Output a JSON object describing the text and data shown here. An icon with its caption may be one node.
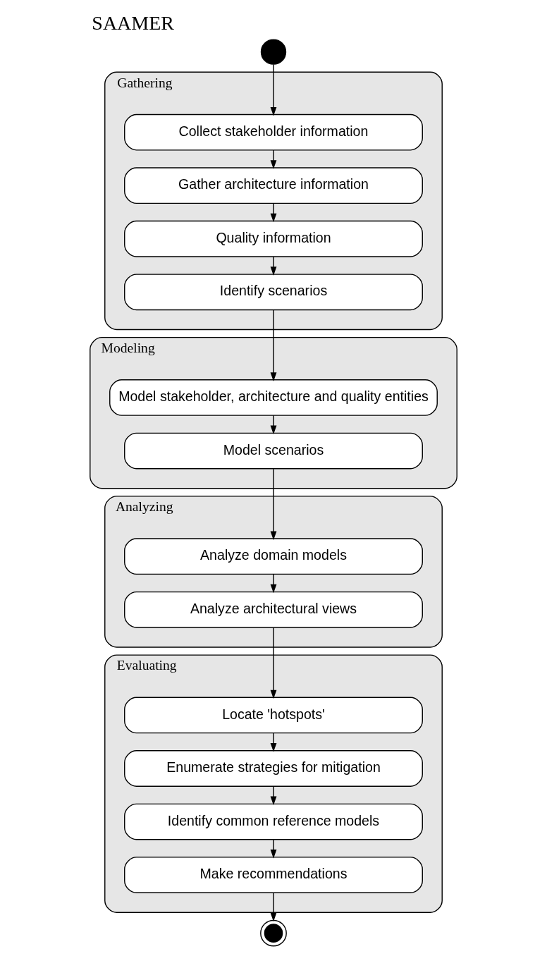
{
  "diagram": {
    "title": "SAAMER",
    "nodes": [
      {
        "text": [],
        "shape": "circle"
      },
      {
        "text": [
          "Gathering"
        ]
      },
      {
        "text": [
          "Collect stakeholder information"
        ],
        "in": 1
      },
      {
        "text": [
          "Gather architecture information"
        ],
        "in": 1
      },
      {
        "text": [
          "Quality information"
        ],
        "in": 1
      },
      {
        "text": [
          "Identify scenarios"
        ],
        "in": 1
      },
      {
        "text": [
          "Modeling"
        ]
      },
      {
        "text": [
          "Model stakeholder, architecture and quality entities"
        ],
        "in": 6
      },
      {
        "text": [
          "Model scenarios"
        ],
        "in": 6
      },
      {
        "text": [
          "Analyzing"
        ]
      },
      {
        "text": [
          "Analyze domain models"
        ],
        "in": 9
      },
      {
        "text": [
          "Analyze architectural views"
        ],
        "in": 9
      },
      {
        "text": [
          "Evaluating"
        ]
      },
      {
        "text": [
          "Locate 'hotspots'"
        ],
        "in": 12
      },
      {
        "text": [
          "Enumerate strategies for mitigation"
        ],
        "in": 12
      },
      {
        "text": [
          "Identify common reference models"
        ],
        "in": 12
      },
      {
        "text": [
          "Make recommendations"
        ],
        "in": 12
      },
      {
        "text": [],
        "shape": "circle"
      }
    ],
    "edges": [
      {
        "from": 0,
        "to": 2,
        "arrow": "to"
      },
      {
        "from": 2,
        "to": 3,
        "arrow": "to"
      },
      {
        "from": 3,
        "to": 4,
        "arrow": "to"
      },
      {
        "from": 4,
        "to": 5,
        "arrow": "to"
      },
      {
        "from": 5,
        "to": 7,
        "arrow": "to"
      },
      {
        "from": 7,
        "to": 8,
        "arrow": "to"
      },
      {
        "from": 8,
        "to": 10,
        "arrow": "to"
      },
      {
        "from": 10,
        "to": 11,
        "arrow": "to"
      },
      {
        "from": 11,
        "to": 13,
        "arrow": "to"
      },
      {
        "from": 13,
        "to": 14,
        "arrow": "to"
      },
      {
        "from": 14,
        "to": 15,
        "arrow": "to"
      },
      {
        "from": 15,
        "to": 16,
        "arrow": "to"
      },
      {
        "from": 16,
        "to": 17,
        "arrow": "to"
      }
    ]
  }
}
